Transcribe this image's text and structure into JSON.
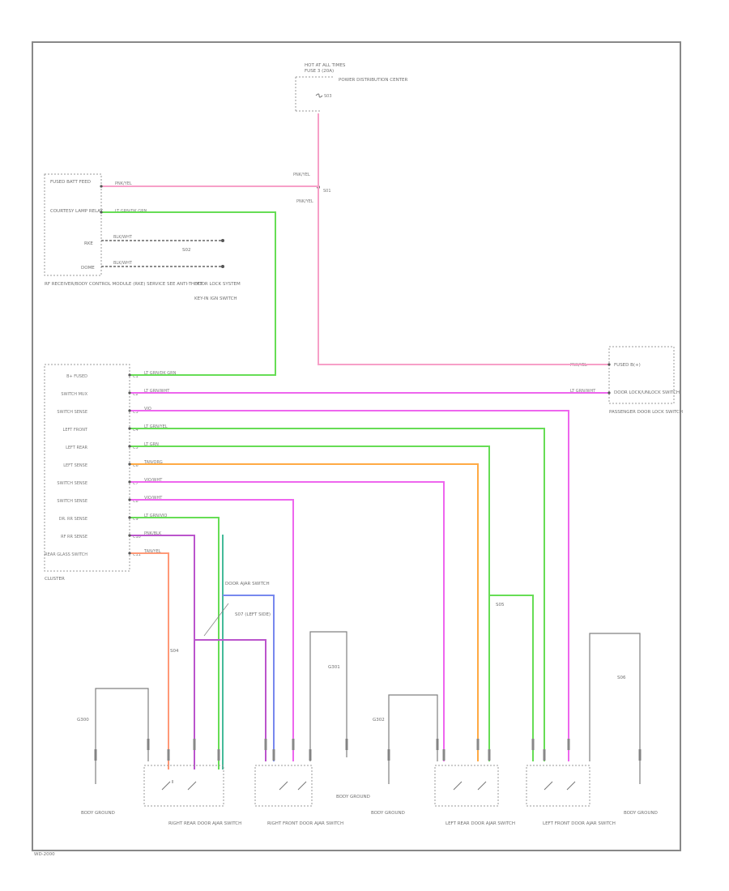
{
  "colors": {
    "pink": "#f7a0c8",
    "green": "#66dd55",
    "magenta": "#ee66ee",
    "orange": "#ffaa44",
    "salmon": "#ff9977",
    "purple": "#bb55cc",
    "blue": "#7788ee",
    "teal": "#44bb99",
    "gray": "#888888",
    "black": "#555555"
  },
  "labels": {
    "hot_at_all_times": "HOT AT ALL TIMES",
    "power_distribution": "POWER DISTRIBUTION CENTER",
    "fuse_ref": "FUSE 3 (20A)",
    "splice_s01": "S01",
    "fuse_block_left": "FUSED BATT FEED",
    "courtesy_lamp_relay": "COURTESY LAMP RELAY",
    "rkk": "RKE",
    "dome": "DOME",
    "s02": "S02",
    "rf_receiver": "RF RECEIVER/BODY CONTROL MODULE (RKE) SERVICE SEE ANTI-THEFT",
    "door_lock_system": "DOOR LOCK SYSTEM",
    "key_in_ign": "KEY-IN IGN SWITCH",
    "cluster": "CLUSTER",
    "passenger_door_lock_switch": "PASSENGER DOOR LOCK SWITCH",
    "fused_b_plus": "FUSED B(+)",
    "door_lock_unlock_sw": "DOOR LOCK/UNLOCK SWITCH",
    "ajar_splice": "DOOR AJAR SWITCH",
    "left_splice": "S07 (LEFT SIDE)",
    "right_front_door_ajar": "RIGHT FRONT DOOR AJAR SWITCH",
    "right_rear_door_ajar": "RIGHT REAR DOOR AJAR SWITCH",
    "left_rear_door_ajar": "LEFT REAR DOOR AJAR SWITCH",
    "left_front_door_ajar": "LEFT FRONT DOOR AJAR SWITCH",
    "ground_g300": "G300",
    "ground_g301": "G301",
    "ground_g302": "G302",
    "body_ground": "BODY GROUND",
    "s03": "S03",
    "s04": "S04",
    "s05": "S05",
    "s06": "S06",
    "lower_left_ref": "WD-2000"
  },
  "cluster_pins": [
    "B+ FUSED",
    "SWITCH MUX",
    "SWITCH SENSE",
    "LEFT FRONT",
    "LEFT REAR",
    "LEFT SENSE",
    "SWITCH SENSE",
    "SWITCH SENSE",
    "DR. RR SENSE",
    "RF RR SENSE",
    "REAR GLASS SWITCH"
  ],
  "wire_labels": {
    "w1": "PNK/YEL",
    "w2": "LT GRN/DK GRN",
    "w3": "BLK/WHT",
    "w4": "BLK/WHT",
    "w5": "PNK/YEL",
    "w6": "PNK/YEL",
    "w7": "LT GRN/WHT",
    "w8": "VIO",
    "w9": "LT GRN/YEL",
    "w10": "LT GRN",
    "w11": "TAN/ORG",
    "w12": "VIO/WHT",
    "w13": "VIO/WHT",
    "w14": "LT GRN/VIO",
    "w15": "PNK/BLK",
    "w16": "TAN/YEL"
  },
  "pin_numbers": [
    "C1",
    "C2",
    "C3",
    "C4",
    "C5",
    "C6",
    "C7",
    "C8",
    "C9",
    "C10",
    "C11"
  ]
}
